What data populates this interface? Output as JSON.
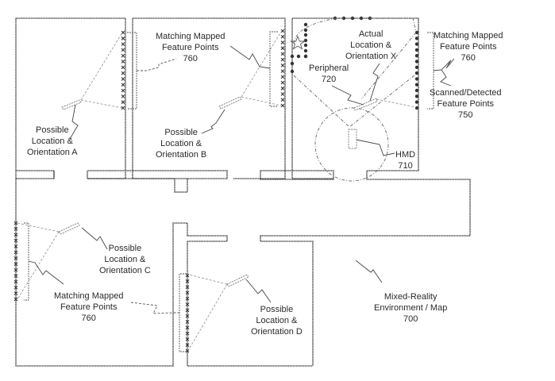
{
  "figure": {
    "title": "Mixed-Reality Environment / Map",
    "ref": "700"
  },
  "labels": {
    "env": {
      "line1": "Mixed-Reality",
      "line2": "Environment / Map",
      "ref": "700"
    },
    "hmd": {
      "line1": "HMD",
      "ref": "710"
    },
    "peripheral": {
      "line1": "Peripheral",
      "ref": "720"
    },
    "actual": {
      "line1": "Actual",
      "line2": "Location &",
      "line3": "Orientation X"
    },
    "scanned": {
      "line1": "Scanned/Detected",
      "line2": "Feature Points",
      "ref": "750"
    },
    "mmfp_top_left": {
      "line1": "Matching Mapped",
      "line2": "Feature Points",
      "ref": "760"
    },
    "mmfp_top_right": {
      "line1": "Matching Mapped",
      "line2": "Feature Points",
      "ref": "760"
    },
    "mmfp_bottom": {
      "line1": "Matching Mapped",
      "line2": "Feature Points",
      "ref": "760"
    },
    "loc_a": {
      "line1": "Possible",
      "line2": "Location &",
      "line3": "Orientation A"
    },
    "loc_b": {
      "line1": "Possible",
      "line2": "Location &",
      "line3": "Orientation B"
    },
    "loc_c": {
      "line1": "Possible",
      "line2": "Location &",
      "line3": "Orientation C"
    },
    "loc_d": {
      "line1": "Possible",
      "line2": "Location &",
      "line3": "Orientation D"
    }
  },
  "icons": {
    "star": "star-outline-icon"
  }
}
